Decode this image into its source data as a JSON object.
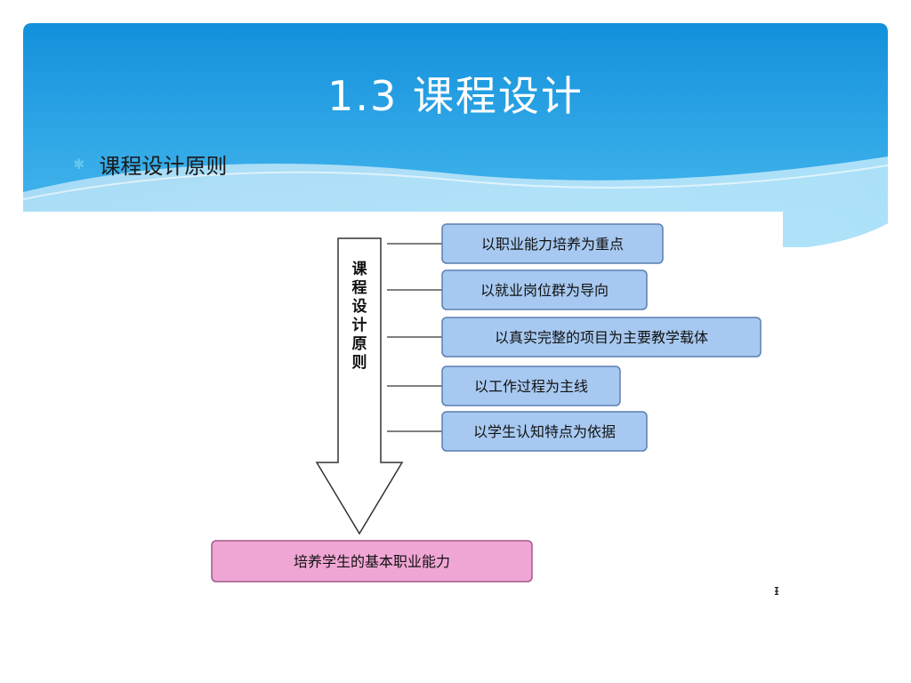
{
  "slide": {
    "title": "1.3 课程设计",
    "bullet": {
      "icon": "star-bullet-icon",
      "text": "课程设计原则"
    }
  },
  "diagram": {
    "arrow_label": "课程设计原则",
    "principles": [
      "以职业能力培养为重点",
      "以就业岗位群为导向",
      "以真实完整的项目为主要教学载体",
      "以工作过程为主线",
      "以学生认知特点为依据"
    ],
    "result": "培养学生的基本职业能力",
    "stray_mark": "ᵻ"
  },
  "colors": {
    "header_blue_top": "#1494de",
    "header_blue_bottom": "#46b9ee",
    "wave_light": "#9ddcf7",
    "principle_box_fill": "#a7c9f1",
    "principle_box_stroke": "#5b7fb2",
    "result_box_fill": "#f0a6d5",
    "result_box_stroke": "#a05a8a",
    "bullet_accent": "#64c8ee"
  }
}
